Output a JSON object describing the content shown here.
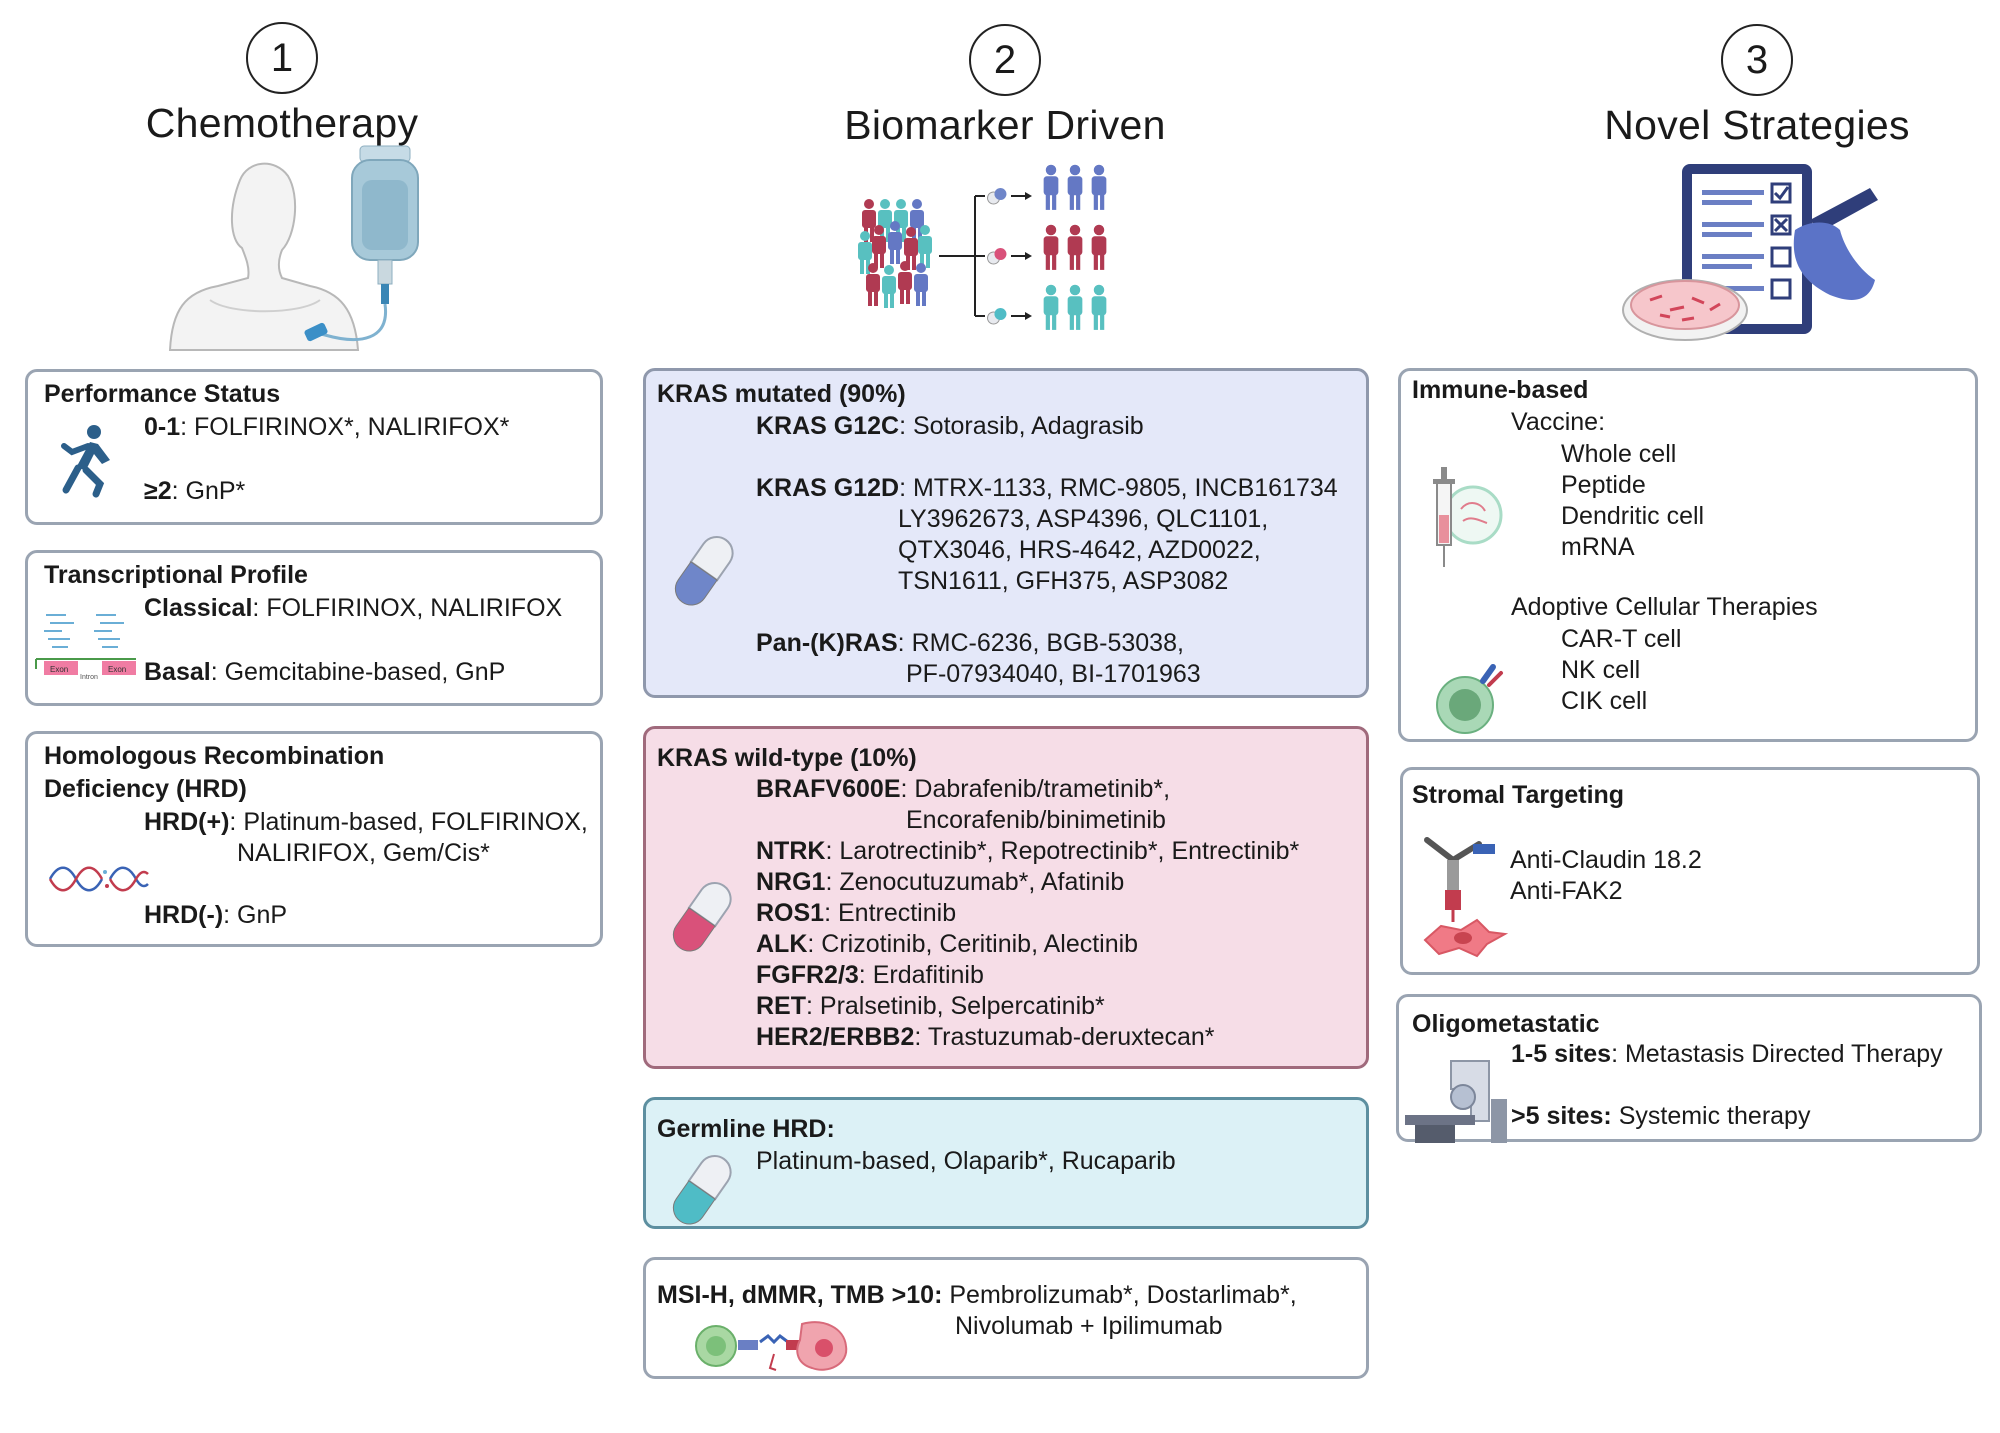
{
  "columns": [
    {
      "number": "1",
      "title": "Chemotherapy"
    },
    {
      "number": "2",
      "title": "Biomarker Driven"
    },
    {
      "number": "3",
      "title": "Novel Strategies"
    }
  ],
  "chemo": {
    "performance": {
      "heading": "Performance Status",
      "l1_key": "0-1",
      "l1_val": ": FOLFIRINOX*, NALIRIFOX*",
      "l2_key": "≥2",
      "l2_val": ": GnP*"
    },
    "transcriptional": {
      "heading": "Transcriptional Profile",
      "l1_key": "Classical",
      "l1_val": ": FOLFIRINOX, NALIRIFOX",
      "l2_key": "Basal",
      "l2_val": ": Gemcitabine-based, GnP",
      "exon1": "Exon",
      "exon2": "Exon",
      "intron": "Intron"
    },
    "hrd": {
      "heading1": "Homologous Recombination",
      "heading2": "Deficiency (HRD)",
      "l1_key": "HRD(+)",
      "l1_val": ": Platinum-based, FOLFIRINOX,",
      "l1_cont": "NALIRIFOX, Gem/Cis*",
      "l2_key": "HRD(-)",
      "l2_val": ": GnP"
    }
  },
  "biomarker": {
    "kras_mut": {
      "heading": "KRAS mutated (90%)",
      "g12c_key": "KRAS G12C",
      "g12c_val": ": Sotorasib, Adagrasib",
      "g12d_key": "KRAS G12D",
      "g12d_val": ": MTRX-1133, RMC-9805, INCB161734",
      "g12d_l2": "LY3962673, ASP4396, QLC1101,",
      "g12d_l3": "QTX3046, HRS-4642, AZD0022,",
      "g12d_l4": "TSN1611,  GFH375, ASP3082",
      "pan_key": "Pan-(K)RAS",
      "pan_val": ": RMC-6236, BGB-53038,",
      "pan_l2": "PF-07934040, BI-1701963"
    },
    "kras_wt": {
      "heading": "KRAS wild-type (10%)",
      "items": [
        {
          "key": "BRAFV600E",
          "val": ": Dabrafenib/trametinib*,"
        },
        {
          "key": "",
          "val": "Encorafenib/binimetinib"
        },
        {
          "key": "NTRK",
          "val": ": Larotrectinib*, Repotrectinib*, Entrectinib*"
        },
        {
          "key": "NRG1",
          "val": ": Zenocutuzumab*, Afatinib"
        },
        {
          "key": "ROS1",
          "val": ": Entrectinib"
        },
        {
          "key": "ALK",
          "val": ": Crizotinib, Ceritinib, Alectinib"
        },
        {
          "key": "FGFR2/3",
          "val": ": Erdafitinib"
        },
        {
          "key": "RET",
          "val": ": Pralsetinib, Selpercatinib*"
        },
        {
          "key": "HER2/ERBB2",
          "val": ": Trastuzumab-deruxtecan*"
        }
      ]
    },
    "germline": {
      "heading": "Germline HRD:",
      "line": "Platinum-based, Olaparib*, Rucaparib"
    },
    "msi": {
      "key": "MSI-H, dMMR, TMB >10:",
      "val": " Pembrolizumab*, Dostarlimab*,",
      "l2": "Nivolumab + Ipilimumab"
    }
  },
  "novel": {
    "immune": {
      "heading": "Immune-based",
      "vaccine": "Vaccine:",
      "vaccine_items": [
        "Whole cell",
        "Peptide",
        "Dendritic cell",
        "mRNA"
      ],
      "act": "Adoptive Cellular Therapies",
      "act_items": [
        "CAR-T cell",
        "NK cell",
        "CIK cell"
      ]
    },
    "stromal": {
      "heading": "Stromal Targeting",
      "items": [
        "Anti-Claudin 18.2",
        "Anti-FAK2"
      ]
    },
    "oligo": {
      "heading": "Oligometastatic",
      "l1_key": "1-5 sites",
      "l1_val": ": Metastasis Directed Therapy",
      "l2_key": ">5 sites:",
      "l2_val": " Systemic therapy"
    }
  },
  "colors": {
    "kras_mut_bg": "#e4e8f9",
    "kras_wt_bg": "#f6dde7",
    "germline_bg": "#dcf1f6",
    "pill_blue": "#6f86c9",
    "pill_pink": "#d9517a",
    "pill_teal": "#4fbcc6",
    "people_red": "#b03a52",
    "people_blue": "#6478c4",
    "people_teal": "#58c0c0"
  }
}
